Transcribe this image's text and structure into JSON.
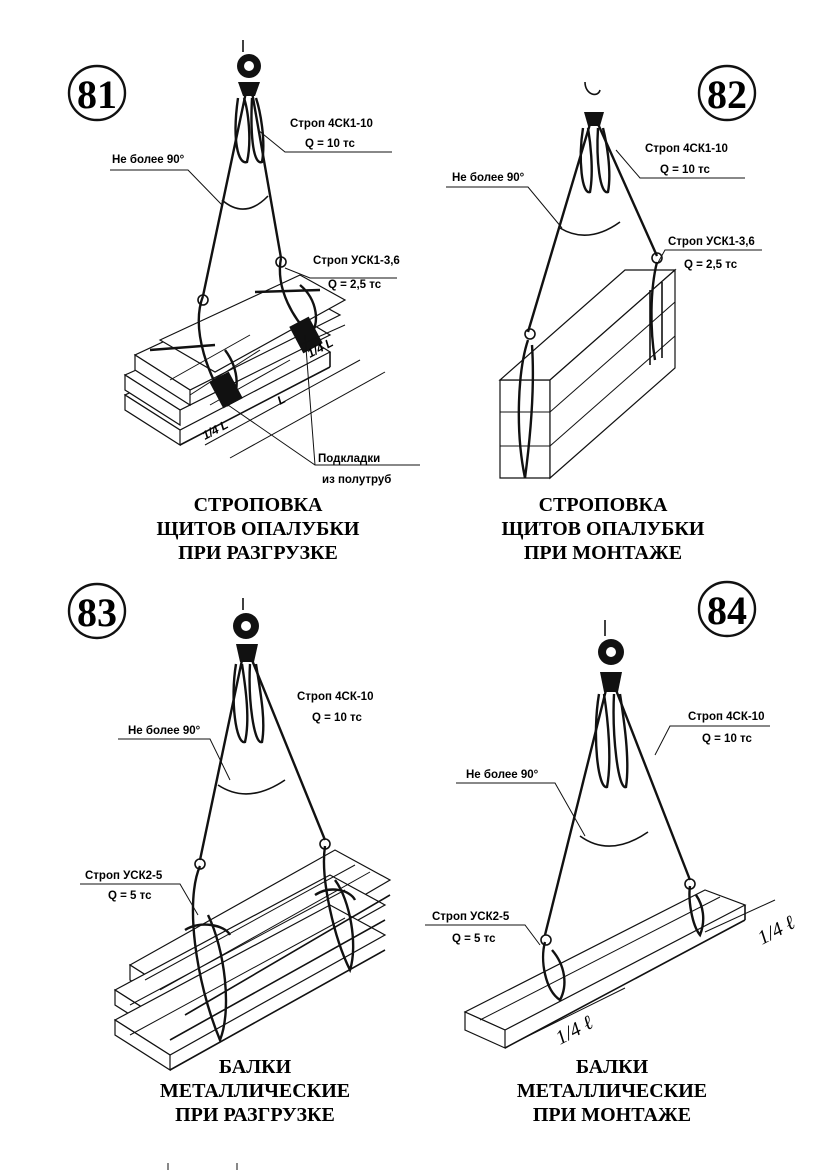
{
  "panels": [
    {
      "number": "81",
      "sling_main": "Строп 4СК1-10",
      "sling_main_q": "Q = 10 тс",
      "angle": "Не более 90°",
      "sling_aux": "Строп УСК1-3,6",
      "sling_aux_q": "Q = 2,5 тс",
      "pads_1": "Подкладки",
      "pads_2": "из  полутруб",
      "dim_quarter_a": "1/4 L",
      "dim_full": "L",
      "dim_quarter_b": "1/4 L",
      "title": [
        "СТРОПОВКА",
        "ЩИТОВ ОПАЛУБКИ",
        "ПРИ РАЗГРУЗКЕ"
      ]
    },
    {
      "number": "82",
      "sling_main": "Строп 4СК1-10",
      "sling_main_q": "Q = 10 тс",
      "angle": "Не более 90°",
      "sling_aux": "Строп УСК1-3,6",
      "sling_aux_q": "Q = 2,5 тс",
      "title": [
        "СТРОПОВКА",
        "ЩИТОВ ОПАЛУБКИ",
        "ПРИ МОНТАЖЕ"
      ]
    },
    {
      "number": "83",
      "sling_main": "Строп 4СК-10",
      "sling_main_q": "Q = 10 тс",
      "angle": "Не более 90°",
      "sling_aux": "Строп УСК2-5",
      "sling_aux_q": "Q = 5 тс",
      "title": [
        "БАЛКИ",
        "МЕТАЛЛИЧЕСКИЕ",
        "ПРИ РАЗГРУЗКЕ"
      ]
    },
    {
      "number": "84",
      "sling_main": "Строп 4СК-10",
      "sling_main_q": "Q = 10 тс",
      "angle": "Не более 90°",
      "sling_aux": "Строп УСК2-5",
      "sling_aux_q": "Q = 5 тс",
      "dim_quarter_a": "1/4 ℓ",
      "dim_quarter_b": "1/4 ℓ",
      "title": [
        "БАЛКИ",
        "МЕТАЛЛИЧЕСКИЕ",
        "ПРИ МОНТАЖЕ"
      ]
    }
  ]
}
